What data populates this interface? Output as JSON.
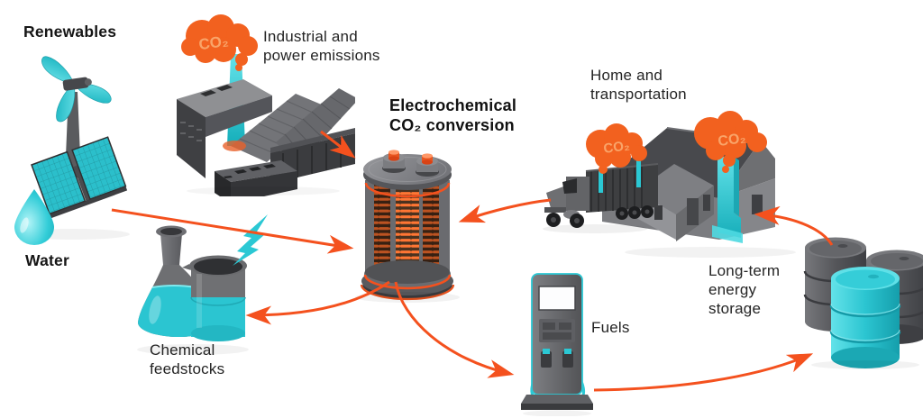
{
  "title": {
    "line1": "Electrochemical",
    "line2": "CO₂ conversion"
  },
  "labels": {
    "renewables": "Renewables",
    "water": "Water",
    "industrial_line1": "Industrial and",
    "industrial_line2": "power emissions",
    "home_line1": "Home and",
    "home_line2": "transportation",
    "storage_line1": "Long-term",
    "storage_line2": "energy",
    "storage_line3": "storage",
    "fuels": "Fuels",
    "feedstocks_line1": "Chemical",
    "feedstocks_line2": "feedstocks",
    "co2": "CO₂"
  },
  "edges": [
    {
      "from": "industrial-power-emissions",
      "to": "electrochemical-co2-conversion"
    },
    {
      "from": "renewables-and-water",
      "to": "electrochemical-co2-conversion"
    },
    {
      "from": "electrochemical-co2-conversion",
      "to": "chemical-feedstocks"
    },
    {
      "from": "electrochemical-co2-conversion",
      "to": "fuels"
    },
    {
      "from": "fuels",
      "to": "long-term-energy-storage"
    },
    {
      "from": "long-term-energy-storage",
      "to": "home-and-transportation"
    },
    {
      "from": "home-and-transportation",
      "to": "electrochemical-co2-conversion"
    }
  ],
  "icons": {
    "renewables": [
      "wind-turbine-icon",
      "solar-panel-icon"
    ],
    "water": "water-drop-icon",
    "industrial": [
      "factory-icon",
      "co2-cloud-icon"
    ],
    "conversion": "electrochemical-cell-icon",
    "home": [
      "truck-icon",
      "house-icon",
      "co2-cloud-icon"
    ],
    "storage": "oil-barrels-icon",
    "fuels": "fuel-pump-icon",
    "feedstocks": [
      "flask-icon",
      "beaker-icon"
    ],
    "electricity": "lightning-bolt-icon"
  },
  "colors": {
    "arrow_orange": "#F4511E",
    "co2_cloud_orange": "#F2611F",
    "co2_text_orange": "#F9A469",
    "cyan": "#2BC8D4",
    "gray_dark": "#46474B",
    "gray_mid": "#6A6B6E",
    "gray_light": "#8A8B8E",
    "text": "#242424",
    "background": "#FFFFFF"
  }
}
